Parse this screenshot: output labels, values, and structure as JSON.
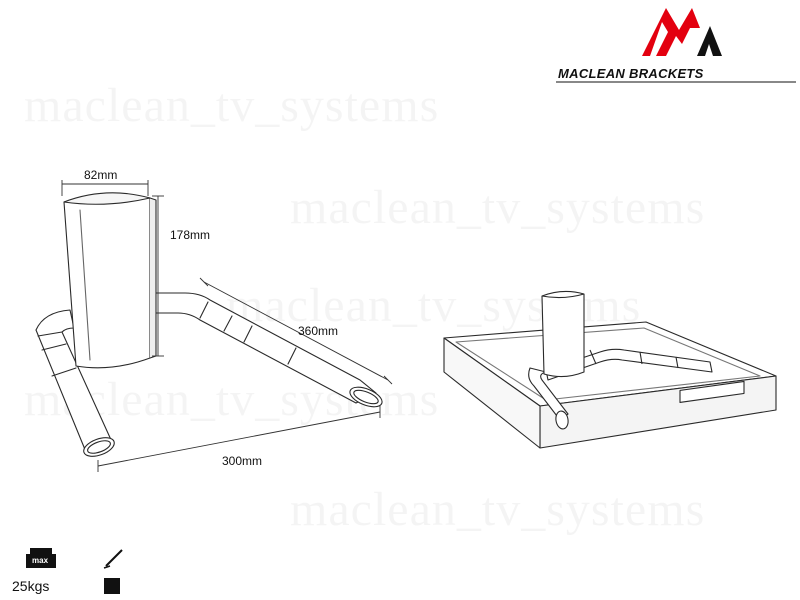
{
  "brand": {
    "name": "MACLEAN BRACKETS",
    "logo_colors": {
      "red": "#e3000f",
      "black": "#111111"
    }
  },
  "watermark": "maclean_tv_systems",
  "dimensions": {
    "width": "82mm",
    "height": "178mm",
    "depth": "360mm",
    "span": "300mm"
  },
  "specs": {
    "max_icon_label": "max",
    "max_load": "25kgs",
    "pencil_icon": "pencil-icon",
    "color_swatch": "#111111"
  }
}
